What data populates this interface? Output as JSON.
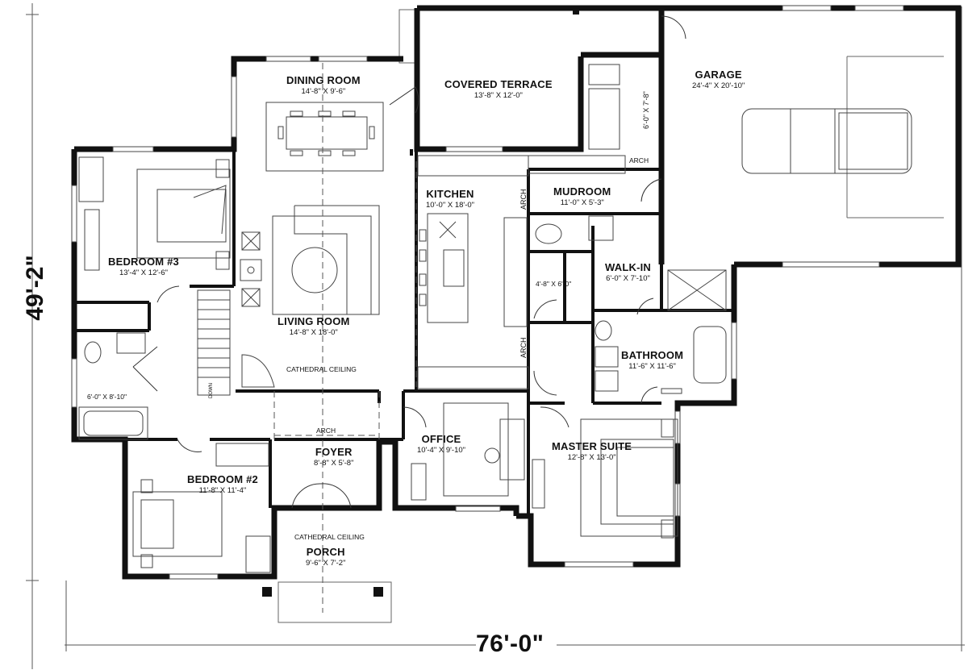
{
  "overall": {
    "width": "76'-0\"",
    "depth": "49'-2\""
  },
  "rooms": {
    "dining": {
      "name": "DINING ROOM",
      "size": "14'-8\" X 9'-6\""
    },
    "terrace": {
      "name": "COVERED TERRACE",
      "size": "13'-8\" X 12'-0\""
    },
    "garage": {
      "name": "GARAGE",
      "size": "24'-4\" X 20'-10\""
    },
    "kitchen": {
      "name": "KITCHEN",
      "size": "10'-0\" X 18'-0\""
    },
    "mudroom": {
      "name": "MUDROOM",
      "size": "11'-0\" X 5'-3\""
    },
    "bedroom3": {
      "name": "BEDROOM #3",
      "size": "13'-4\" X 12'-6\""
    },
    "living": {
      "name": "LIVING ROOM",
      "size": "14'-8\" X 18'-0\""
    },
    "walkin": {
      "name": "WALK-IN",
      "size": "6'-0\" X 7'-10\""
    },
    "bathroom": {
      "name": "BATHROOM",
      "size": "11'-6\" X 11'-6\""
    },
    "office": {
      "name": "OFFICE",
      "size": "10'-4\" X 9'-10\""
    },
    "foyer": {
      "name": "FOYER",
      "size": "8'-8\" X 5'-8\""
    },
    "master": {
      "name": "MASTER SUITE",
      "size": "12'-8\" X 13'-0\""
    },
    "bedroom2": {
      "name": "BEDROOM #2",
      "size": "11'-8\" X 11'-4\""
    },
    "porch": {
      "name": "PORCH",
      "size": "9'-6\" X 7'-2\""
    }
  },
  "notes": {
    "laundry_size": "6'-0\" X 7'-8\"",
    "pantry_size": "4'-8\" X 6'-0\"",
    "bath2_size": "6'-0\" X 8'-10\"",
    "arch_mudroom": "ARCH",
    "arch_kitchen_top": "ARCH",
    "arch_kitchen_bottom": "ARCH",
    "arch_foyer": "ARCH",
    "cathedral_living": "CATHEDRAL CEILING",
    "cathedral_porch": "CATHEDRAL CEILING",
    "stair_down": "DOWN"
  },
  "colors": {
    "wall": "#111111",
    "line": "#333333",
    "light": "#888888"
  }
}
